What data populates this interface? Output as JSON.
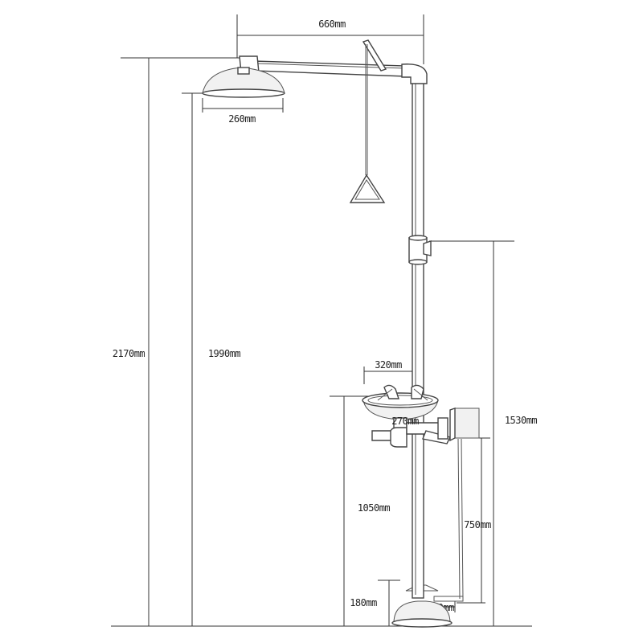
{
  "diagram": {
    "dimensions": {
      "arm_width": "660mm",
      "showerhead_diameter": "260mm",
      "total_height": "2170mm",
      "showerhead_height": "1990mm",
      "valve_height": "1530mm",
      "eyebowl_diameter": "320mm",
      "bowl_inner": "270mm",
      "eyebowl_height": "1050mm",
      "pedal_height": "750mm",
      "base_height": "180mm",
      "base_width": "140mm"
    }
  }
}
